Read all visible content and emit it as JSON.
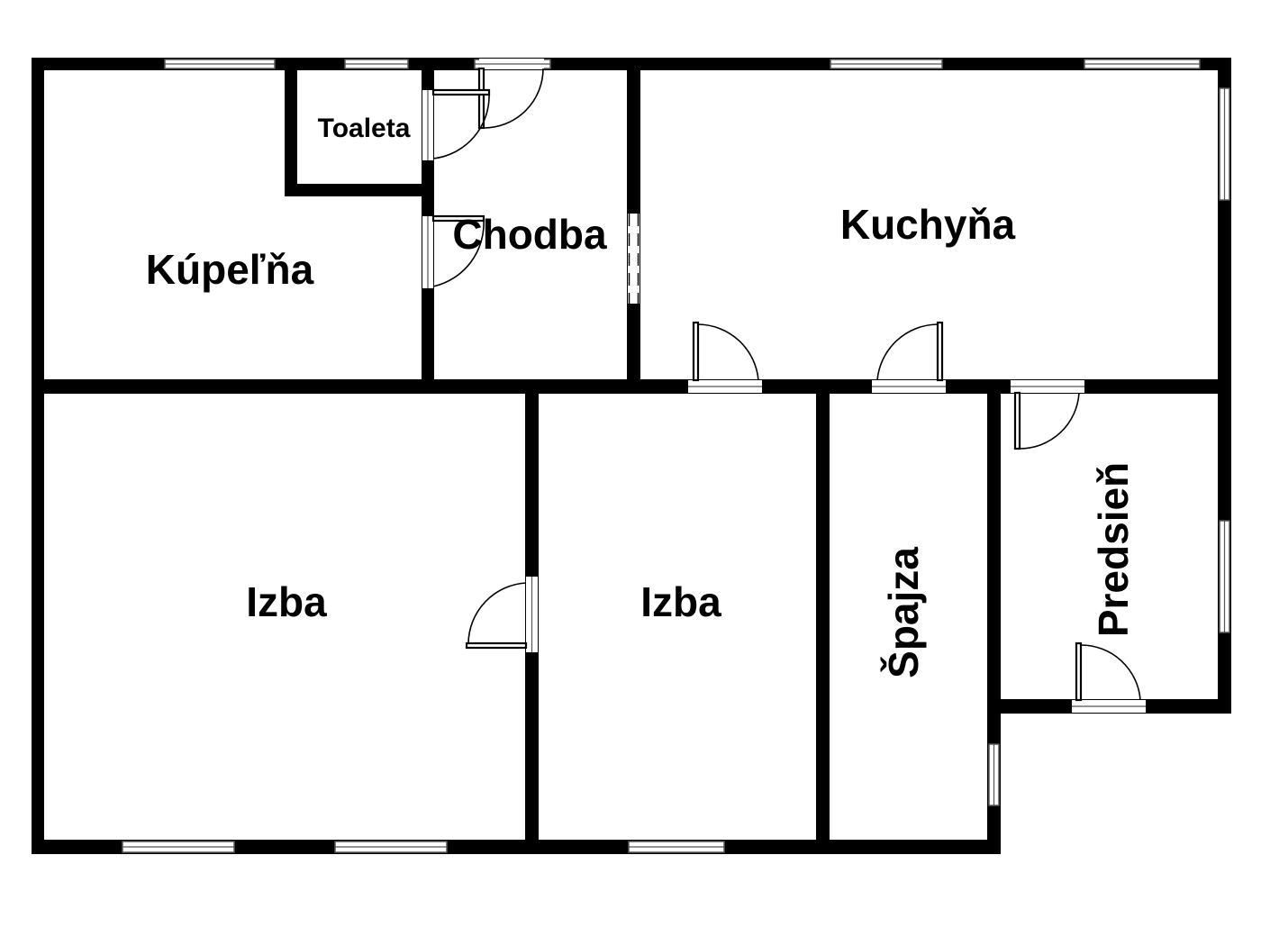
{
  "plan": {
    "rooms": [
      {
        "id": "toaleta",
        "label": "Toaleta"
      },
      {
        "id": "kupelna",
        "label": "Kúpeľňa"
      },
      {
        "id": "chodba",
        "label": "Chodba"
      },
      {
        "id": "kuchyna",
        "label": "Kuchyňa"
      },
      {
        "id": "izba1",
        "label": "Izba"
      },
      {
        "id": "izba2",
        "label": "Izba"
      },
      {
        "id": "spajza",
        "label": "Špajza"
      },
      {
        "id": "predsien",
        "label": "Predsieň"
      }
    ],
    "colors": {
      "wall": "#000000",
      "background": "#ffffff",
      "window_line": "#555555"
    }
  }
}
